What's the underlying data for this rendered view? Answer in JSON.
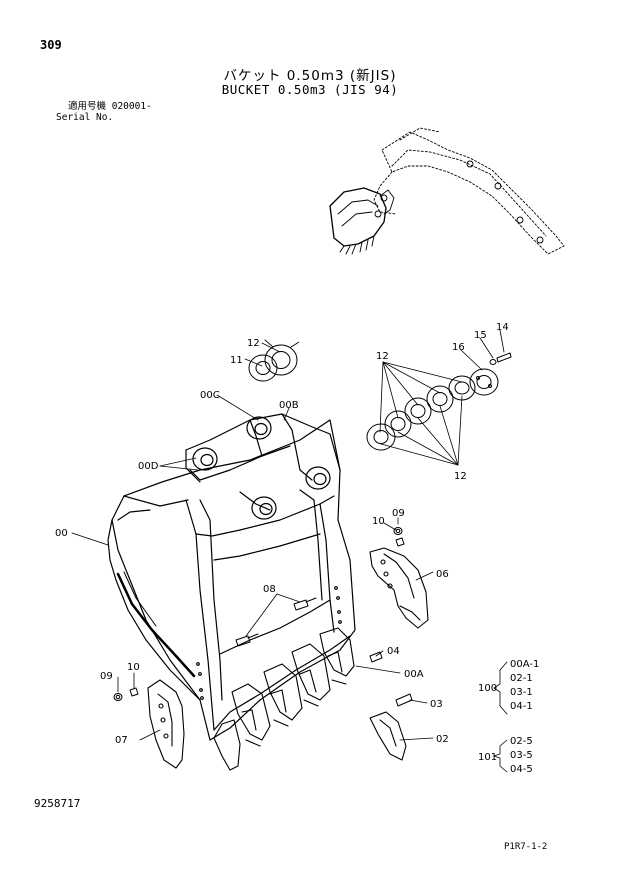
{
  "page": {
    "number": "309",
    "title_jp": "バケット 0.50m3 (新JIS)",
    "title_en": "BUCKET 0.50m3 (JIS 94)",
    "serial_label_jp": "適用号機  020001-",
    "serial_label_en": "Serial No.",
    "document_number": "9258717",
    "page_code": "P1R7-1-2"
  },
  "callouts": {
    "c309": "309",
    "c14": "14",
    "c15": "15",
    "c16": "16",
    "c12a": "12",
    "c12b": "12",
    "c12c": "12",
    "c11": "11",
    "c00C": "00C",
    "c00B": "00B",
    "c00D": "00D",
    "c00": "00",
    "c10a": "10",
    "c09a": "09",
    "c06": "06",
    "c08": "08",
    "c04": "04",
    "c00A": "00A",
    "c03": "03",
    "c02": "02",
    "c09b": "09",
    "c10b": "10",
    "c07": "07"
  },
  "kits": {
    "k100": {
      "label": "100",
      "items": [
        "00A-1",
        "02-1",
        "03-1",
        "04-1"
      ]
    },
    "k101": {
      "label": "101",
      "items": [
        "02-5",
        "03-5",
        "04-5"
      ]
    }
  }
}
